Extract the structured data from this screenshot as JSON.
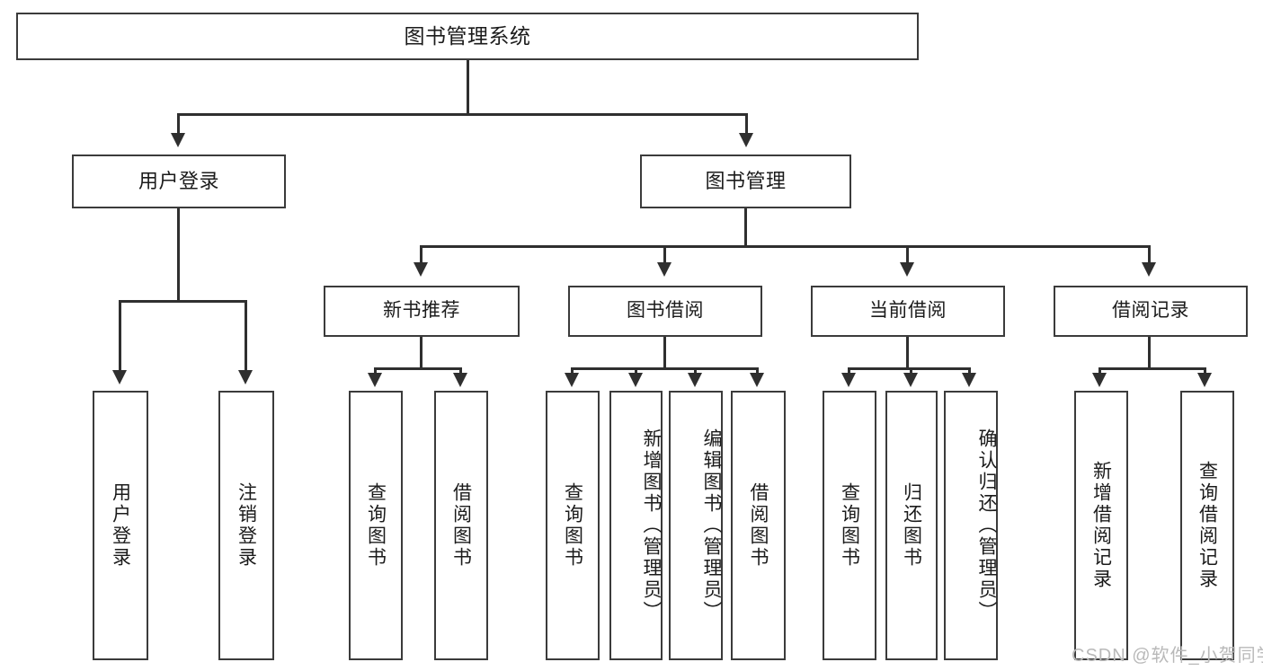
{
  "diagram": {
    "title": "图书管理系统",
    "watermark": "CSDN @软件_小贺同学",
    "accent_color": "#3b3b3b",
    "line_color": "#2f2f2f",
    "background_color": "#ffffff",
    "watermark_color": "#b9b9b9"
  },
  "nodes": {
    "root": {
      "label": "图书管理系统"
    },
    "level1": [
      {
        "label": "用户登录"
      },
      {
        "label": "图书管理"
      }
    ],
    "level2": [
      {
        "label": "新书推荐"
      },
      {
        "label": "图书借阅"
      },
      {
        "label": "当前借阅"
      },
      {
        "label": "借阅记录"
      }
    ],
    "leaves": {
      "user_login": [
        {
          "label": "用户登录"
        },
        {
          "label": "注销登录"
        }
      ],
      "new_book": [
        {
          "label": "查询图书"
        },
        {
          "label": "借阅图书"
        }
      ],
      "book_borrow": [
        {
          "label": "查询图书"
        },
        {
          "label": "新增图书（管理员）"
        },
        {
          "label": "编辑图书（管理员）"
        },
        {
          "label": "借阅图书"
        }
      ],
      "current_borrow": [
        {
          "label": "查询图书"
        },
        {
          "label": "归还图书"
        },
        {
          "label": "确认归还（管理员）"
        }
      ],
      "borrow_record": [
        {
          "label": "新增借阅记录"
        },
        {
          "label": "查询借阅记录"
        }
      ]
    }
  }
}
